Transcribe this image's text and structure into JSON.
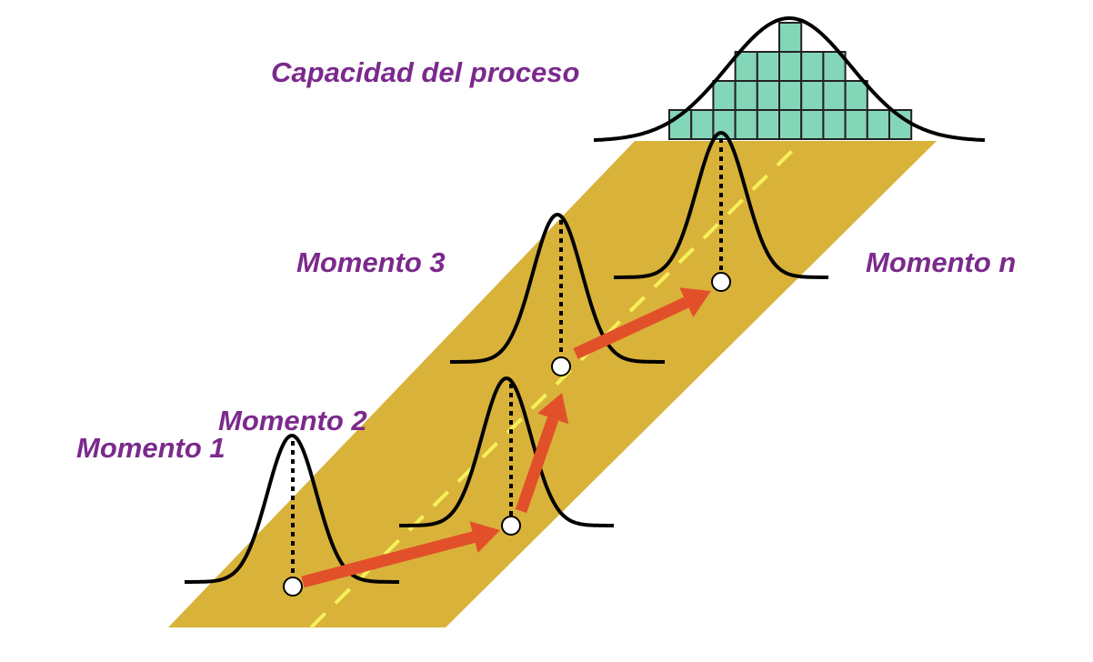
{
  "title": "Capacidad del proceso",
  "moments": [
    {
      "label": "Momento 1"
    },
    {
      "label": "Momento 2"
    },
    {
      "label": "Momento 3"
    },
    {
      "label": "Momento n"
    }
  ],
  "histogram_counts": [
    1,
    1,
    2,
    3,
    3,
    4,
    3,
    3,
    2,
    1,
    1
  ],
  "colors": {
    "band": "#d9b23a",
    "centerline": "#f6f05a",
    "arrow": "#e2502a",
    "histogram": "#84d6b8",
    "label": "#7b2a8c"
  }
}
